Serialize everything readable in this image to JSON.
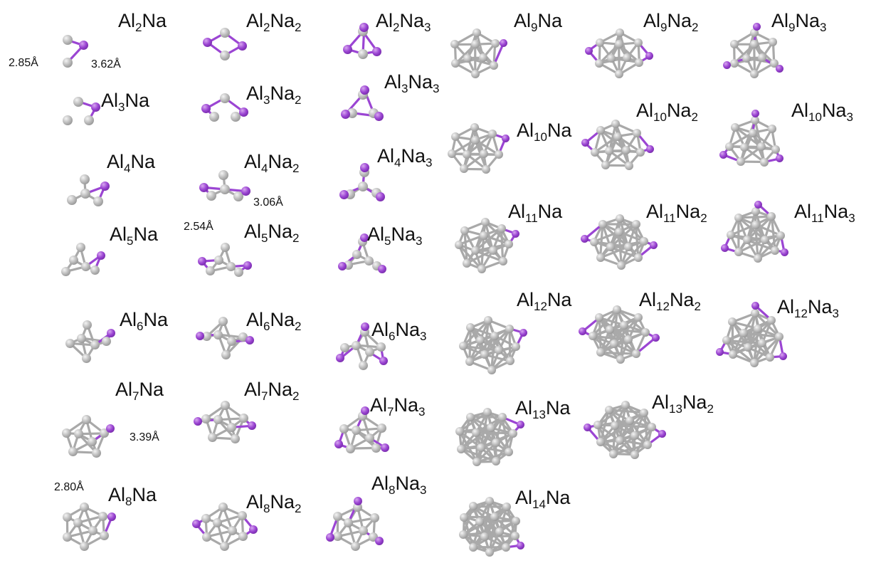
{
  "colors": {
    "al_atom": "#b5b5b5",
    "na_atom": "#9b45d3",
    "al_bond": "#a9a9a9",
    "na_bond": "#9b45d3"
  },
  "clusters": [
    {
      "name": "Al2Na",
      "al": 2,
      "na": 1
    },
    {
      "name": "Al2Na2",
      "al": 2,
      "na": 2
    },
    {
      "name": "Al2Na3",
      "al": 2,
      "na": 3
    },
    {
      "name": "Al3Na",
      "al": 3,
      "na": 1
    },
    {
      "name": "Al3Na2",
      "al": 3,
      "na": 2
    },
    {
      "name": "Al3Na3",
      "al": 3,
      "na": 3
    },
    {
      "name": "Al4Na",
      "al": 4,
      "na": 1
    },
    {
      "name": "Al4Na2",
      "al": 4,
      "na": 2
    },
    {
      "name": "Al4Na3",
      "al": 4,
      "na": 3
    },
    {
      "name": "Al5Na",
      "al": 5,
      "na": 1
    },
    {
      "name": "Al5Na2",
      "al": 5,
      "na": 2
    },
    {
      "name": "Al5Na3",
      "al": 5,
      "na": 3
    },
    {
      "name": "Al6Na",
      "al": 6,
      "na": 1
    },
    {
      "name": "Al6Na2",
      "al": 6,
      "na": 2
    },
    {
      "name": "Al6Na3",
      "al": 6,
      "na": 3
    },
    {
      "name": "Al7Na",
      "al": 7,
      "na": 1
    },
    {
      "name": "Al7Na2",
      "al": 7,
      "na": 2
    },
    {
      "name": "Al7Na3",
      "al": 7,
      "na": 3
    },
    {
      "name": "Al8Na",
      "al": 8,
      "na": 1
    },
    {
      "name": "Al8Na2",
      "al": 8,
      "na": 2
    },
    {
      "name": "Al8Na3",
      "al": 8,
      "na": 3
    },
    {
      "name": "Al9Na",
      "al": 9,
      "na": 1
    },
    {
      "name": "Al9Na2",
      "al": 9,
      "na": 2
    },
    {
      "name": "Al9Na3",
      "al": 9,
      "na": 3
    },
    {
      "name": "Al10Na",
      "al": 10,
      "na": 1
    },
    {
      "name": "Al10Na2",
      "al": 10,
      "na": 2
    },
    {
      "name": "Al10Na3",
      "al": 10,
      "na": 3
    },
    {
      "name": "Al11Na",
      "al": 11,
      "na": 1
    },
    {
      "name": "Al11Na2",
      "al": 11,
      "na": 2
    },
    {
      "name": "Al11Na3",
      "al": 11,
      "na": 3
    },
    {
      "name": "Al12Na",
      "al": 12,
      "na": 1
    },
    {
      "name": "Al12Na2",
      "al": 12,
      "na": 2
    },
    {
      "name": "Al12Na3",
      "al": 12,
      "na": 3
    },
    {
      "name": "Al13Na",
      "al": 13,
      "na": 1
    },
    {
      "name": "Al13Na2",
      "al": 13,
      "na": 2
    },
    {
      "name": "Al14Na",
      "al": 14,
      "na": 1
    }
  ],
  "distances": [
    "2.85Å",
    "3.62Å",
    "3.06Å",
    "2.54Å",
    "3.39Å",
    "2.80Å"
  ]
}
